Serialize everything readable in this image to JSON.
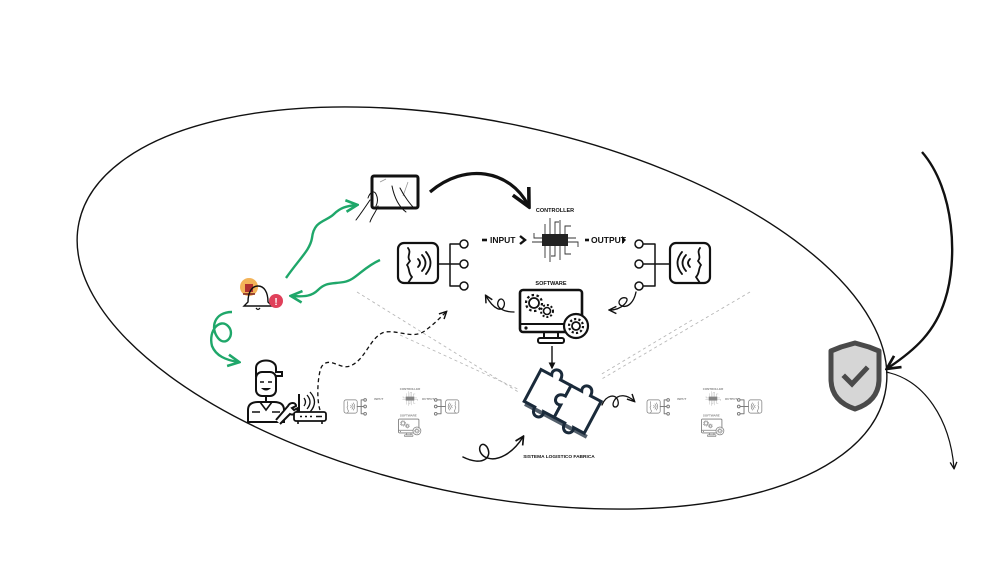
{
  "diagram": {
    "colors": {
      "ink": "#111111",
      "green": "#1fa76a",
      "alert_orange": "#f0a030",
      "alert_red": "#e0405a",
      "shield_fill": "#d6d6d6",
      "shield_stroke": "#4a4a4a",
      "dashed_guides": "#b8b8b8"
    },
    "main_module": {
      "controller_label": "CONTROLLER",
      "input_label": "INPUT",
      "output_label": "OUTPUT",
      "software_label": "SOFTWARE"
    },
    "mini_modules": [
      {
        "controller_label": "CONTROLLER",
        "input_label": "INPUT",
        "output_label": "OUTPUT",
        "software_label": "SOFTWARE"
      },
      {
        "controller_label": "CONTROLLER",
        "input_label": "INPUT",
        "output_label": "OUTPUT",
        "software_label": "SOFTWARE"
      }
    ],
    "hub": {
      "label": "SISTEMA LOGISTICO FABRICA",
      "icon": "puzzle-icon"
    },
    "icons": {
      "tablet": "tablet-hands-icon",
      "alarm": "alarm-bell-icon",
      "technician": "technician-icon",
      "router": "wifi-router-icon",
      "sensor_in": "voice-sensor-icon",
      "sensor_out": "speaker-actuator-icon",
      "chip": "microchip-icon",
      "monitor": "monitor-gears-icon",
      "shield": "shield-check-icon"
    }
  }
}
